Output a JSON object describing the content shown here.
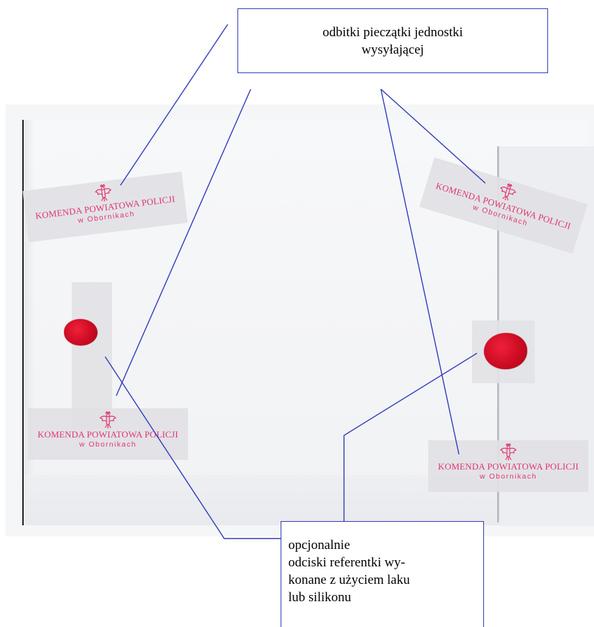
{
  "callouts": {
    "seal_stamps": {
      "lines": [
        "odbitki pieczątki jednostki",
        "wysyłającej"
      ]
    },
    "wax_imprints": {
      "lines": [
        "opcjonalnie",
        "odciski referentki wy-",
        "konane z użyciem laku",
        "lub silikonu"
      ]
    }
  },
  "stamps": [
    {
      "name": "KOMENDA POWIATOWA POLICJI",
      "city": "w Obornikach"
    },
    {
      "name": "KOMENDA POWIATOWA POLICJI",
      "city": "w Obornikach"
    },
    {
      "name": "KOMENDA POWIATOWA POLICJI",
      "city": "w Obornikach"
    },
    {
      "name": "KOMENDA POWIATOWA POLICJI",
      "city": "w Obornikach"
    }
  ],
  "colors": {
    "stamp_ink": "#e0356e",
    "wax": "#cc0b22",
    "leader_line": "#2f3ab8"
  },
  "icons": {
    "stamp_emblem": "eagle-icon"
  }
}
